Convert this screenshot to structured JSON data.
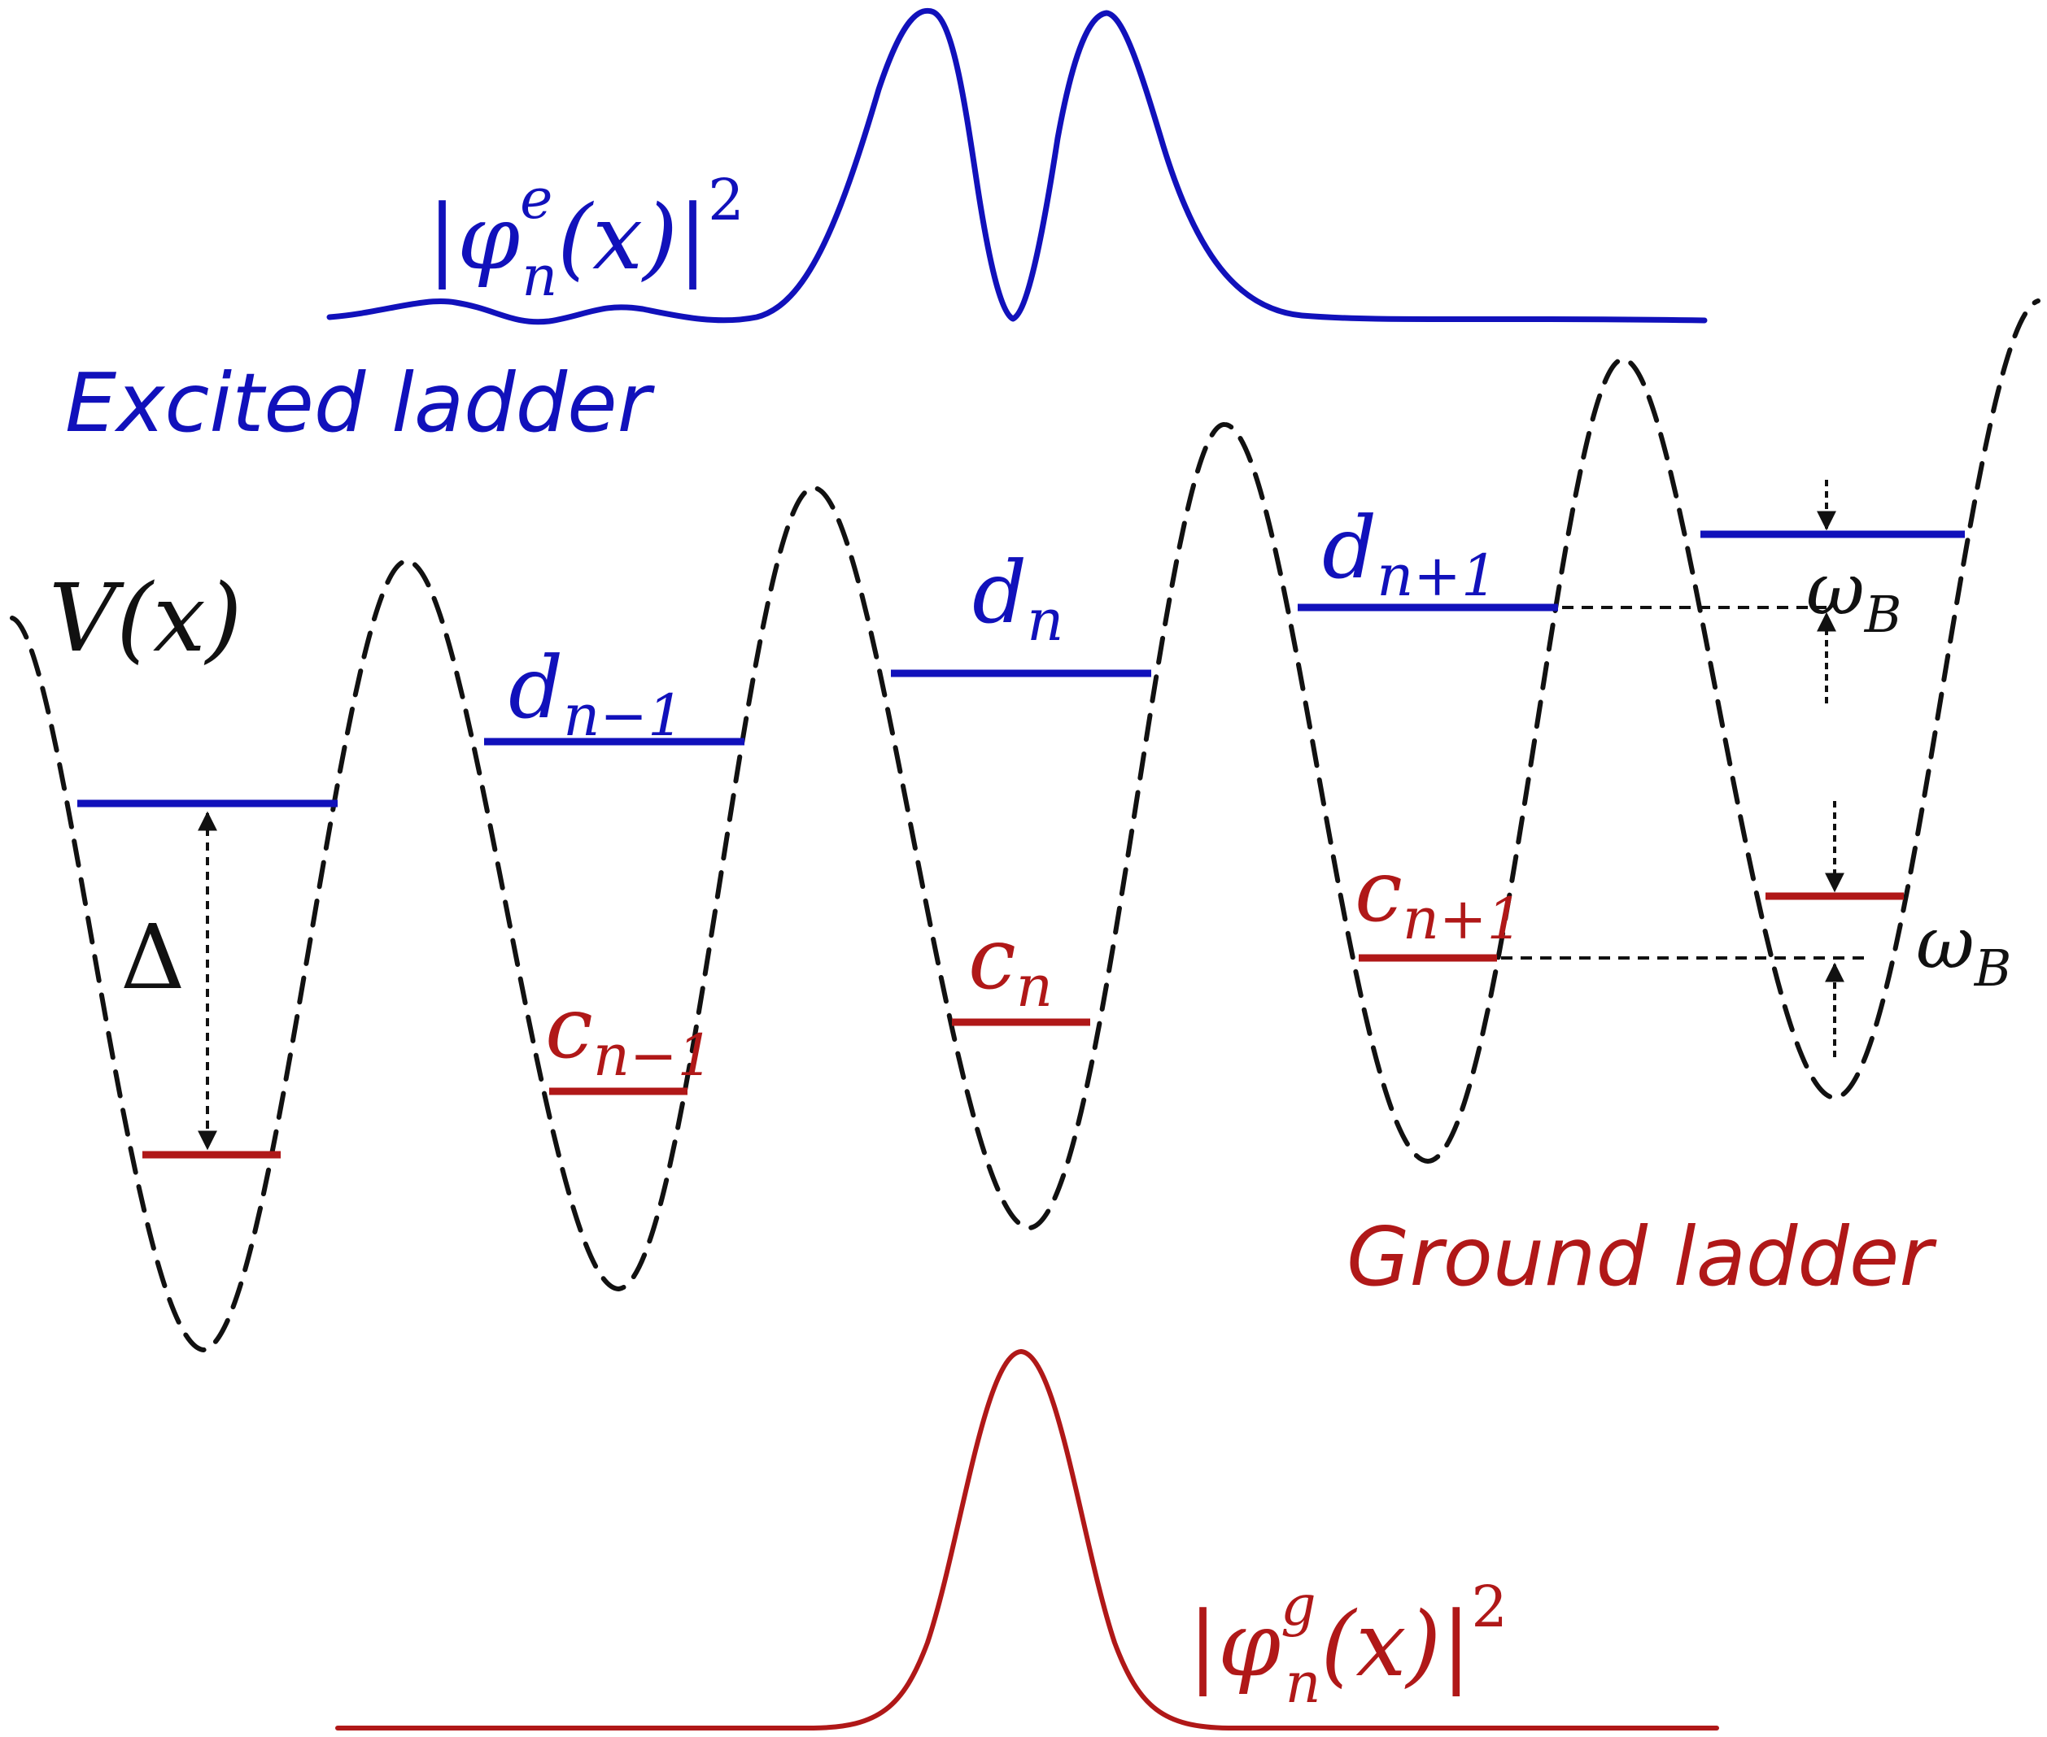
{
  "colors": {
    "excited": "#1111bb",
    "ground": "#b01818",
    "potential": "#111111",
    "arrow": "#111111"
  },
  "labels": {
    "excited_ladder": "Excited ladder",
    "ground_ladder": "Ground ladder",
    "potential": "V(x)",
    "delta": "Δ",
    "omega_main": "ω",
    "omega_sub": "B",
    "phi_excited": {
      "left": "|",
      "main": "φ",
      "sup": "e",
      "sub": "n",
      "arg": "(x)|",
      "pow": "2"
    },
    "phi_ground": {
      "left": "|",
      "main": "φ",
      "sup": "g",
      "sub": "n",
      "arg": "(x)|",
      "pow": "2"
    }
  },
  "excited_levels": [
    {
      "main": "",
      "sub": ""
    },
    {
      "main": "d",
      "sub": "n−1"
    },
    {
      "main": "d",
      "sub": "n"
    },
    {
      "main": "d",
      "sub": "n+1"
    },
    {
      "main": "",
      "sub": ""
    }
  ],
  "ground_levels": [
    {
      "main": "",
      "sub": ""
    },
    {
      "main": "c",
      "sub": "n−1"
    },
    {
      "main": "c",
      "sub": "n"
    },
    {
      "main": "c",
      "sub": "n+1"
    },
    {
      "main": "",
      "sub": ""
    }
  ]
}
